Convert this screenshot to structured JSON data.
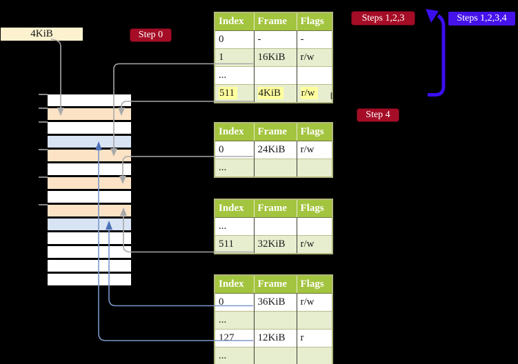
{
  "page_size_label": "4KiB",
  "badges": {
    "step0": "Step 0",
    "steps123": "Steps 1,2,3",
    "steps1234": "Steps 1,2,3,4",
    "step4": "Step 4"
  },
  "memory_column": {
    "rows": [
      "white",
      "orange",
      "white",
      "blue",
      "orange",
      "white",
      "orange",
      "white",
      "orange",
      "blue",
      "white",
      "white",
      "white",
      "white"
    ],
    "tick_row_indexes": [
      0,
      1,
      2,
      4,
      6,
      8
    ]
  },
  "page_tables": [
    {
      "headers": [
        "Index",
        "Frame",
        "Flags"
      ],
      "rows": [
        {
          "cells": [
            "0",
            "-",
            "-"
          ],
          "highlight": false
        },
        {
          "cells": [
            "1",
            "16KiB",
            "r/w"
          ],
          "highlight": false
        },
        {
          "cells": [
            "...",
            "",
            ""
          ],
          "highlight": false
        },
        {
          "cells": [
            "511",
            "4KiB",
            "r/w"
          ],
          "highlight": true
        }
      ]
    },
    {
      "headers": [
        "Index",
        "Frame",
        "Flags"
      ],
      "rows": [
        {
          "cells": [
            "0",
            "24KiB",
            "r/w"
          ],
          "highlight": false
        },
        {
          "cells": [
            "...",
            "",
            ""
          ],
          "highlight": false
        }
      ]
    },
    {
      "headers": [
        "Index",
        "Frame",
        "Flags"
      ],
      "rows": [
        {
          "cells": [
            "...",
            "",
            ""
          ],
          "highlight": false
        },
        {
          "cells": [
            "511",
            "32KiB",
            "r/w"
          ],
          "highlight": false
        }
      ]
    },
    {
      "headers": [
        "Index",
        "Frame",
        "Flags"
      ],
      "rows": [
        {
          "cells": [
            "0",
            "36KiB",
            "r/w"
          ],
          "highlight": false
        },
        {
          "cells": [
            "...",
            "",
            ""
          ],
          "highlight": false
        },
        {
          "cells": [
            "127",
            "12KiB",
            "r"
          ],
          "highlight": false
        },
        {
          "cells": [
            "...",
            "",
            ""
          ],
          "highlight": false
        }
      ]
    }
  ],
  "colors": {
    "background": "#000000",
    "label_cream": "#fdf2cf",
    "badge_red": "#a50d26",
    "badge_blue": "#4513ea",
    "table_header_green": "#a3c43e",
    "table_row_green": "#e7eecf",
    "table_border_olive": "#b4b87e",
    "highlight_yellow": "#ffff9e",
    "memory_orange": "#fce3c6",
    "memory_blue": "#d8e4f4",
    "connector_gray": "#a9a9a9",
    "connector_blue": "#7b97cb",
    "connector_blue_arrow": "#4e72b8",
    "big_arrow_blue": "#3a0ef0",
    "tick_gray": "#8a8a8a"
  }
}
